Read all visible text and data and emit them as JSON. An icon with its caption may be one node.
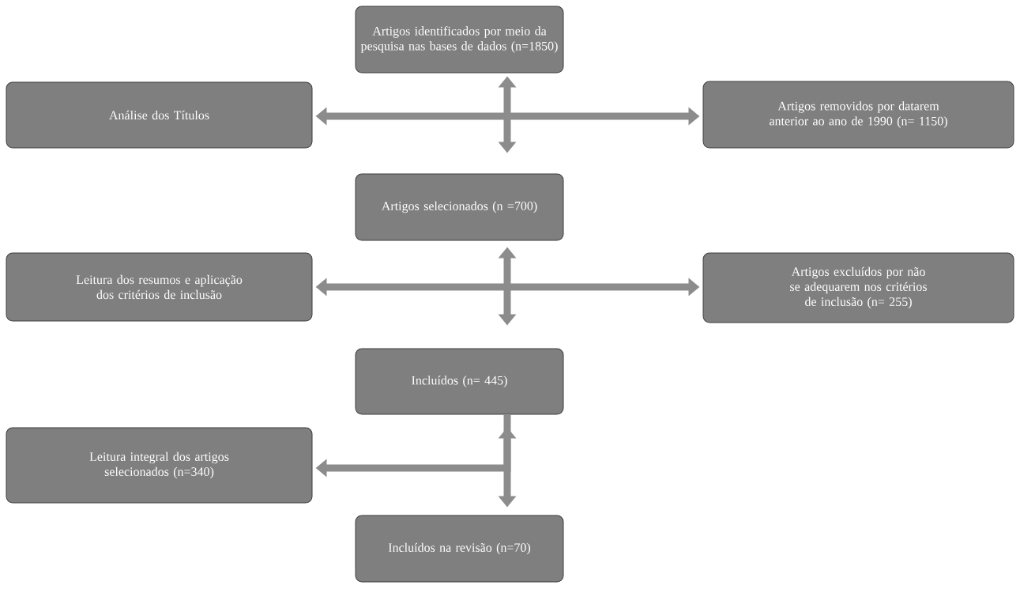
{
  "diagram": {
    "nodes": [
      {
        "text": [
          "Artigos identificados por meio da pesquisa nas bases de dados (n=1850)"
        ]
      },
      {
        "text": [
          "Análise dos Títulos"
        ]
      },
      {
        "text": [
          "Artigos removidos por datarem anterior ao ano de 1990 (n= 1150)"
        ]
      },
      {
        "text": [
          "Artigos selecionados (n =700)"
        ]
      },
      {
        "text": [
          "Leitura dos resumos e aplicação dos critérios de inclusão"
        ]
      },
      {
        "text": [
          "Artigos excluídos por não se adequarem nos critérios de inclusão (n= 255)"
        ]
      },
      {
        "text": [
          "Incluídos (n= 445)"
        ]
      },
      {
        "text": [
          "Leitura integral dos artigos selecionados (n=340)"
        ]
      },
      {
        "text": [
          "Incluídos na revisão (n=70)"
        ]
      }
    ],
    "edges": [
      {
        "from": 0,
        "to": 3,
        "arrow": "both"
      },
      {
        "from": 1,
        "to": 2,
        "arrow": "both"
      },
      {
        "from": 3,
        "to": 6,
        "arrow": "both"
      },
      {
        "from": 4,
        "to": 5,
        "arrow": "both"
      },
      {
        "from": 6,
        "to": 8,
        "arrow": "both"
      },
      {
        "from": 6,
        "to": 7,
        "arrow": "to"
      }
    ]
  }
}
